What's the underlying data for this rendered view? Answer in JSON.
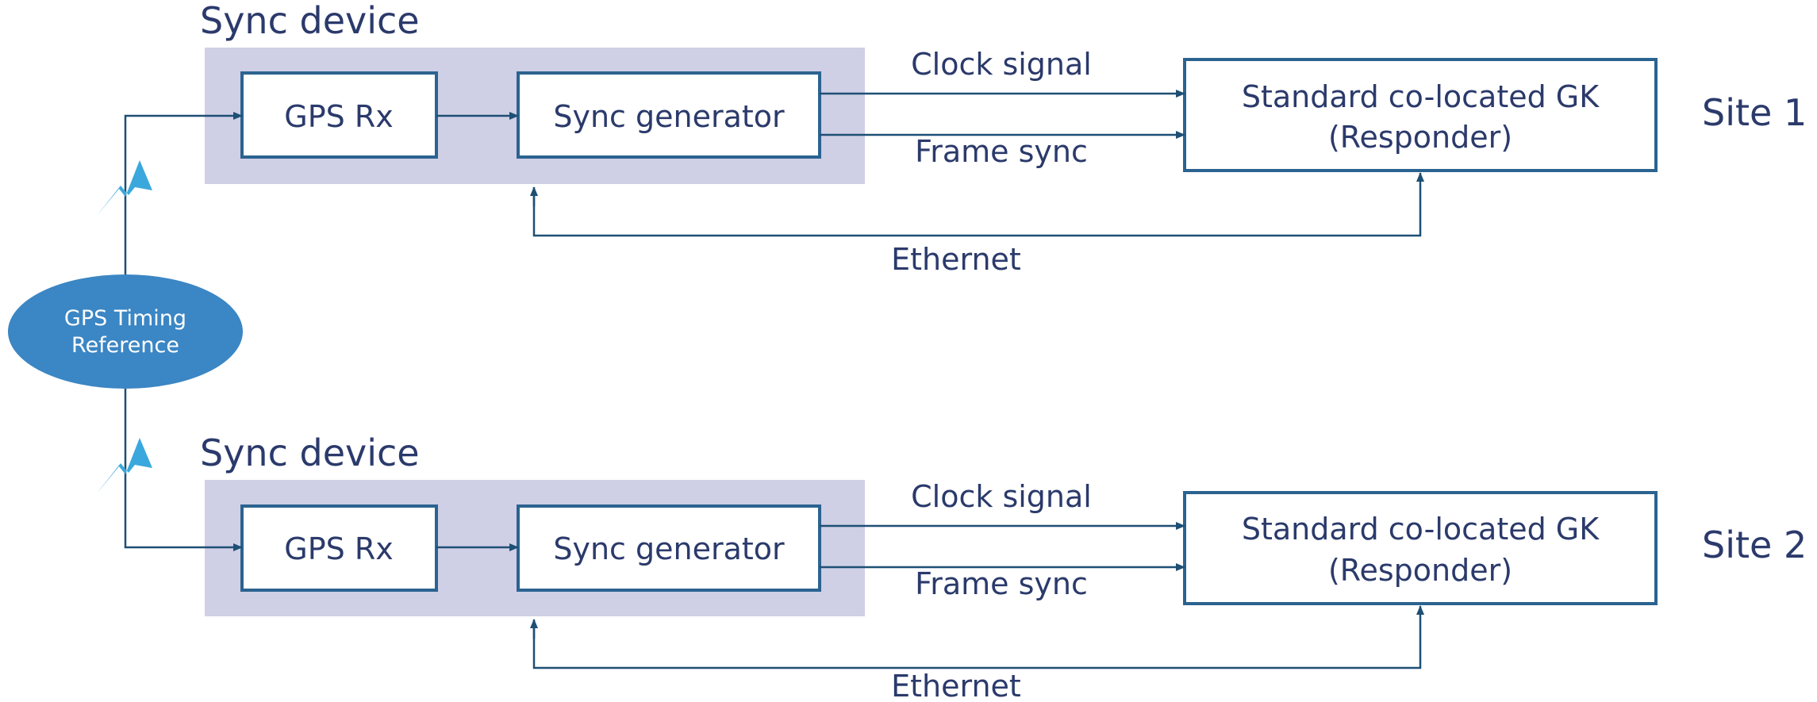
{
  "colors": {
    "text": "#2b3a6b",
    "box_stroke": "#2b6390",
    "device_fill": "#cfcfe6",
    "line": "#1e4f74",
    "reference_fill": "#3b86c4",
    "lightning": "#3aa8dc"
  },
  "reference": {
    "line1": "GPS Timing",
    "line2": "Reference"
  },
  "sites": [
    {
      "device_title": "Sync device",
      "gps_rx": "GPS Rx",
      "generator": "Sync generator",
      "clock_label": "Clock signal",
      "frame_label": "Frame sync",
      "gk_line1": "Standard co-located GK",
      "gk_line2": "(Responder)",
      "ethernet_label": "Ethernet",
      "site_label": "Site 1"
    },
    {
      "device_title": "Sync device",
      "gps_rx": "GPS Rx",
      "generator": "Sync generator",
      "clock_label": "Clock signal",
      "frame_label": "Frame sync",
      "gk_line1": "Standard co-located GK",
      "gk_line2": "(Responder)",
      "ethernet_label": "Ethernet",
      "site_label": "Site 2"
    }
  ],
  "icons": [
    "lightning-icon",
    "lightning-icon"
  ]
}
